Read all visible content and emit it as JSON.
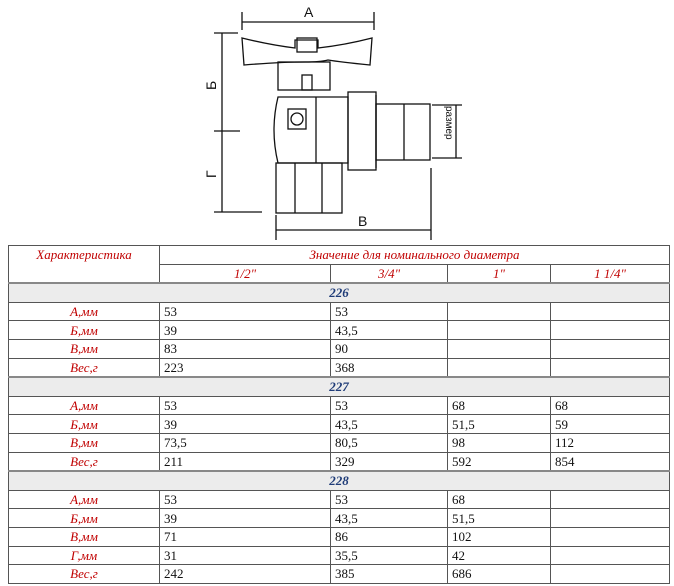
{
  "diagram": {
    "labels": {
      "a": "А",
      "b": "Б",
      "v": "В",
      "g": "Г",
      "size": "размер"
    }
  },
  "table": {
    "header": {
      "characteristic": "Характеристика",
      "value": "Значение для номинального диаметра",
      "diameters": [
        "1/2\"",
        "3/4\"",
        "1\"",
        "1 1/4\""
      ]
    },
    "groups": [
      {
        "model": "226",
        "rows": [
          {
            "label": "А,мм",
            "values": [
              "53",
              "53",
              "",
              ""
            ]
          },
          {
            "label": "Б,мм",
            "values": [
              "39",
              "43,5",
              "",
              ""
            ]
          },
          {
            "label": "В,мм",
            "values": [
              "83",
              "90",
              "",
              ""
            ]
          },
          {
            "label": "Вес,г",
            "values": [
              "223",
              "368",
              "",
              ""
            ]
          }
        ]
      },
      {
        "model": "227",
        "rows": [
          {
            "label": "А,мм",
            "values": [
              "53",
              "53",
              "68",
              "68"
            ]
          },
          {
            "label": "Б,мм",
            "values": [
              "39",
              "43,5",
              "51,5",
              "59"
            ]
          },
          {
            "label": "В,мм",
            "values": [
              "73,5",
              "80,5",
              "98",
              "112"
            ]
          },
          {
            "label": "Вес,г",
            "values": [
              "211",
              "329",
              "592",
              "854"
            ]
          }
        ]
      },
      {
        "model": "228",
        "rows": [
          {
            "label": "А,мм",
            "values": [
              "53",
              "53",
              "68",
              ""
            ]
          },
          {
            "label": "Б,мм",
            "values": [
              "39",
              "43,5",
              "51,5",
              ""
            ]
          },
          {
            "label": "В,мм",
            "values": [
              "71",
              "86",
              "102",
              ""
            ]
          },
          {
            "label": "Г,мм",
            "values": [
              "31",
              "35,5",
              "42",
              ""
            ]
          },
          {
            "label": "Вес,г",
            "values": [
              "242",
              "385",
              "686",
              ""
            ]
          }
        ]
      }
    ]
  }
}
